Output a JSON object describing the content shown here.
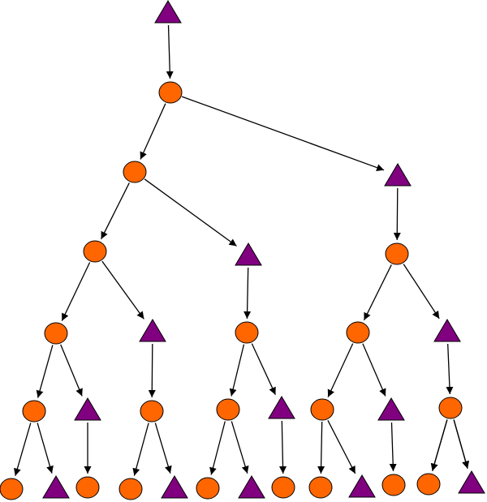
{
  "diagram": {
    "kind": "tree",
    "colors": {
      "circle": "#ff6600",
      "triangle": "#800080",
      "outline": "#000000",
      "edge": "#000000"
    },
    "nodes": [
      {
        "id": "t0",
        "shape": "triangle"
      },
      {
        "id": "c0",
        "shape": "circle"
      },
      {
        "id": "c1",
        "shape": "circle"
      },
      {
        "id": "t1",
        "shape": "triangle"
      },
      {
        "id": "c2",
        "shape": "circle"
      },
      {
        "id": "t2",
        "shape": "triangle"
      },
      {
        "id": "c3",
        "shape": "circle"
      },
      {
        "id": "c4",
        "shape": "circle"
      },
      {
        "id": "t3",
        "shape": "triangle"
      },
      {
        "id": "c5",
        "shape": "circle"
      },
      {
        "id": "c6",
        "shape": "circle"
      },
      {
        "id": "t4",
        "shape": "triangle"
      },
      {
        "id": "c7",
        "shape": "circle"
      },
      {
        "id": "t5",
        "shape": "triangle"
      },
      {
        "id": "c8",
        "shape": "circle"
      },
      {
        "id": "t6",
        "shape": "triangle"
      },
      {
        "id": "c9",
        "shape": "circle"
      },
      {
        "id": "t7",
        "shape": "triangle"
      },
      {
        "id": "c10",
        "shape": "circle"
      },
      {
        "id": "t8",
        "shape": "triangle"
      },
      {
        "id": "c11",
        "shape": "circle"
      },
      {
        "id": "c12",
        "shape": "circle"
      },
      {
        "id": "t9",
        "shape": "triangle"
      },
      {
        "id": "c13",
        "shape": "circle"
      },
      {
        "id": "c14",
        "shape": "circle"
      },
      {
        "id": "t10",
        "shape": "triangle"
      },
      {
        "id": "c15",
        "shape": "circle"
      },
      {
        "id": "c16",
        "shape": "circle"
      },
      {
        "id": "t11",
        "shape": "triangle"
      },
      {
        "id": "c17",
        "shape": "circle"
      },
      {
        "id": "c18",
        "shape": "circle"
      },
      {
        "id": "t12",
        "shape": "triangle"
      },
      {
        "id": "c19",
        "shape": "circle"
      },
      {
        "id": "c20",
        "shape": "circle"
      },
      {
        "id": "t13",
        "shape": "triangle"
      }
    ],
    "edges": [
      [
        "t0",
        "c0"
      ],
      [
        "c0",
        "c1"
      ],
      [
        "c0",
        "t1"
      ],
      [
        "c1",
        "c2"
      ],
      [
        "c1",
        "t2"
      ],
      [
        "t1",
        "c3"
      ],
      [
        "c2",
        "c4"
      ],
      [
        "c2",
        "t3"
      ],
      [
        "t2",
        "c5"
      ],
      [
        "c3",
        "c6"
      ],
      [
        "c3",
        "t4"
      ],
      [
        "c4",
        "c7"
      ],
      [
        "c4",
        "t5"
      ],
      [
        "t3",
        "c8"
      ],
      [
        "c5",
        "c9"
      ],
      [
        "c5",
        "t6"
      ],
      [
        "c6",
        "c10"
      ],
      [
        "c6",
        "t7"
      ],
      [
        "t4",
        "c11"
      ],
      [
        "c7",
        "c12"
      ],
      [
        "c7",
        "t8"
      ],
      [
        "t5",
        "c13"
      ],
      [
        "c8",
        "c14"
      ],
      [
        "c8",
        "t9"
      ],
      [
        "c9",
        "c15"
      ],
      [
        "c9",
        "t10"
      ],
      [
        "t6",
        "c16"
      ],
      [
        "c10",
        "c17"
      ],
      [
        "c10",
        "t11"
      ],
      [
        "t7",
        "c18"
      ],
      [
        "c11",
        "c19"
      ],
      [
        "c11",
        "t12"
      ],
      [
        "c11",
        "c20"
      ],
      [
        "c11",
        "t13"
      ]
    ]
  }
}
